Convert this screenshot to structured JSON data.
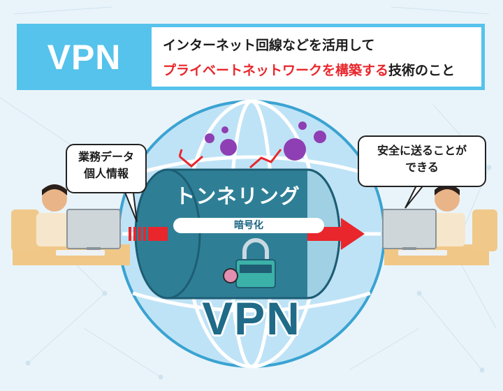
{
  "header": {
    "tag": "VPN",
    "line1": "インターネット回線などを活用して",
    "line2_highlight": "プライベートネットワークを構築する",
    "line2_rest": "技術のこと"
  },
  "left_bubble": {
    "line1": "業務データ",
    "line2": "個人情報"
  },
  "right_bubble": {
    "line1": "安全に送ることが",
    "line2": "できる"
  },
  "tunnel": {
    "title": "トンネリング",
    "label": "暗号化"
  },
  "globe_label": "VPN",
  "colors": {
    "banner": "#55c3ec",
    "highlight_red": "#e8262c",
    "tunnel": "#2e7f96",
    "globe": "#bfe3f6",
    "virus": "#8e3fb3"
  }
}
